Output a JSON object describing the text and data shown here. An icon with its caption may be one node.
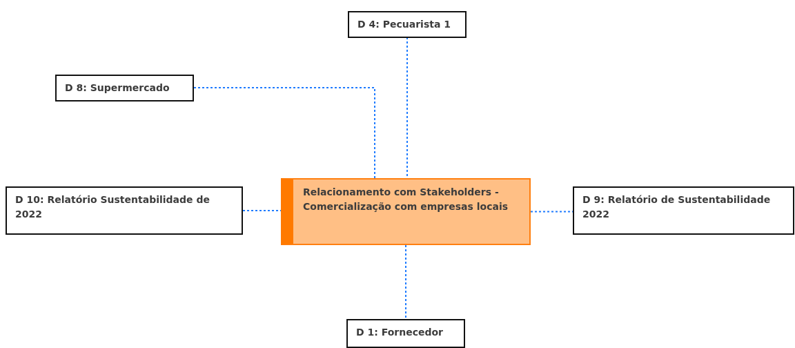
{
  "diagram": {
    "nodes": [
      {
        "text": [
          "Relacionamento com Stakeholders - Comercialização com empresas locais"
        ]
      },
      {
        "text": [
          "D 4: Pecuarista 1"
        ]
      },
      {
        "text": [
          "D 8: Supermercado"
        ]
      },
      {
        "text": [
          "D 10: Relatório Sustentabilidade de 2022"
        ]
      },
      {
        "text": [
          "D 9: Relatório de Sustentabilidade 2022"
        ]
      },
      {
        "text": [
          "D 1: Fornecedor"
        ]
      }
    ],
    "edges": [
      {
        "from": 2,
        "to": 0,
        "arrow": "none",
        "style": "dashed"
      },
      {
        "from": 1,
        "to": 0,
        "arrow": "none",
        "style": "dashed"
      },
      {
        "from": 3,
        "to": 0,
        "arrow": "none",
        "style": "dashed"
      },
      {
        "from": 0,
        "to": 4,
        "arrow": "none",
        "style": "dashed"
      },
      {
        "from": 0,
        "to": 5,
        "arrow": "none",
        "style": "dashed"
      }
    ]
  }
}
